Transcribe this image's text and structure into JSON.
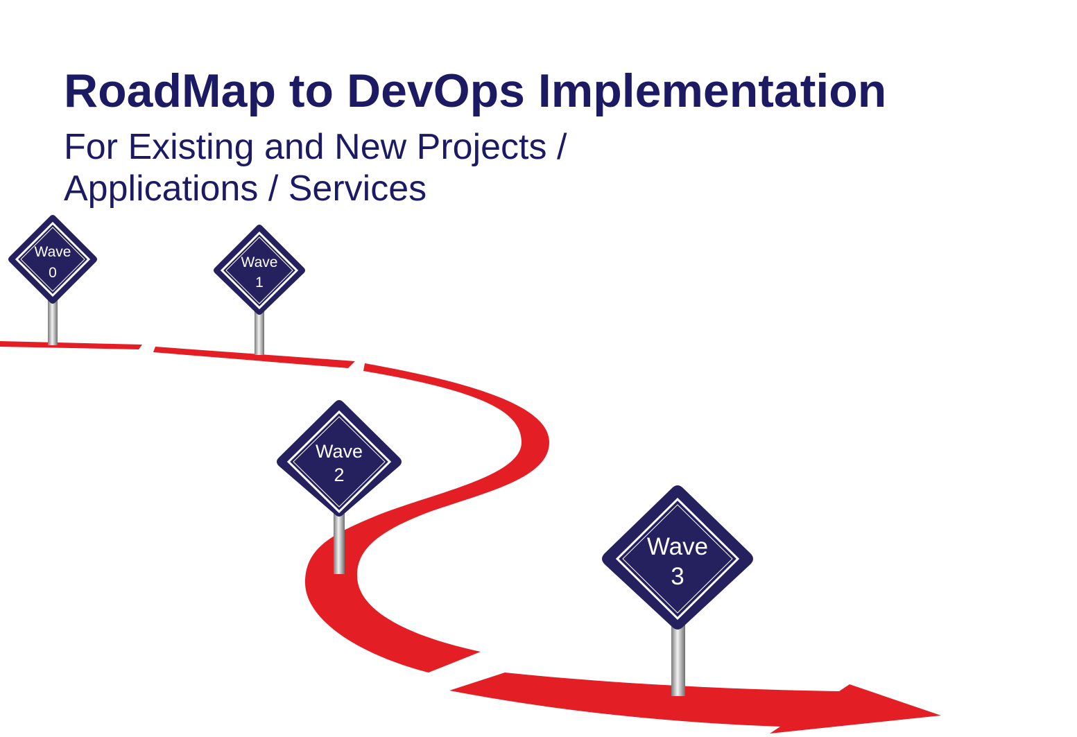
{
  "title": "RoadMap to DevOps Implementation",
  "subtitle": {
    "line1": "For Existing and New Projects /",
    "line2": "Applications / Services"
  },
  "colors": {
    "title": "#1b1a63",
    "road": "#e31e25",
    "sign_fill": "#25215e",
    "sign_border": "#ffffff",
    "pole": "#a8a8a8"
  },
  "waves": [
    {
      "label": "Wave",
      "number": "0"
    },
    {
      "label": "Wave",
      "number": "1"
    },
    {
      "label": "Wave",
      "number": "2"
    },
    {
      "label": "Wave",
      "number": "3"
    }
  ]
}
